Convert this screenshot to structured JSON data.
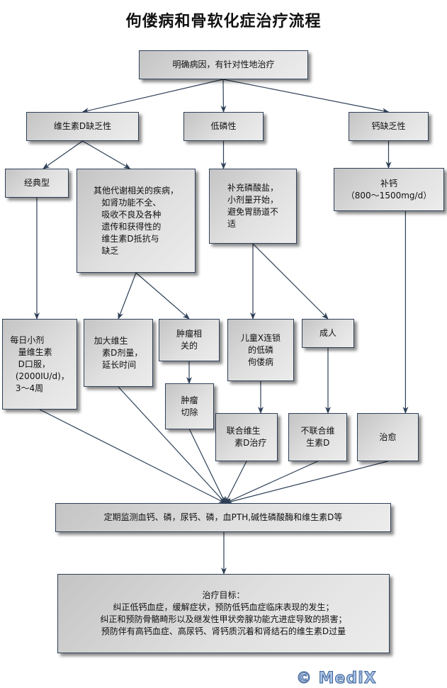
{
  "title": "佝偻病和骨软化症治疗流程",
  "colors": {
    "border": "#2e4057",
    "arrow": "#2e4057",
    "box_fill_start": "#c4c4c4",
    "box_fill_end": "#ececec"
  },
  "nodes": {
    "root": "明确病因，有针对性地治疗",
    "vitd_def": "维生素D缺乏性",
    "hypophos": "低磷性",
    "ca_def": "钙缺乏性",
    "classic": "经典型",
    "other": "其他代谢相关的疾病，\n   如肾功能不全、\n   吸收不良及各种\n   遗传和获得性的\n   维生素D抵抗与\n   缺乏",
    "phosphate": "补充磷酸盐，\n小剂量开始，\n避免胃肠道不\n适",
    "calcium": "补钙\n（800～1500mg/d）",
    "daily_vitd": "每日小剂\n   量维生素\n   D口服，\n  (2000IU/d)，\n  3～4周",
    "increase_vitd": "加大维生\n   素D剂量，\n   延长时间",
    "tumor_related": "肿瘤相\n关的",
    "tumor_resect": "肿瘤\n切除",
    "child_xlinked": "儿童X连锁\n的低磷\n佝偻病",
    "adult": "成人",
    "combine_vitd": "联合维生\n   素D治疗",
    "no_combine_vitd": "不联合维\n  生素D",
    "cured": "治愈",
    "monitor": "定期监测血钙、磷，尿钙、磷，血PTH,碱性磷酸酶和维生素D等",
    "goals": "治疗目标：\n纠正低钙血症，缓解症状，预防低钙血症临床表现的发生；\n纠正和预防骨骼畸形以及继发性甲状旁腺功能亢进症导致的损害；\n预防伴有高钙血症、高尿钙、肾钙质沉着和肾结石的维生素D过量"
  },
  "edges": [
    [
      "root",
      "vitd_def"
    ],
    [
      "root",
      "hypophos"
    ],
    [
      "root",
      "ca_def"
    ],
    [
      "vitd_def",
      "classic"
    ],
    [
      "vitd_def",
      "other"
    ],
    [
      "hypophos",
      "phosphate"
    ],
    [
      "ca_def",
      "calcium"
    ],
    [
      "classic",
      "daily_vitd"
    ],
    [
      "other",
      "increase_vitd"
    ],
    [
      "other",
      "tumor_related"
    ],
    [
      "tumor_related",
      "tumor_resect"
    ],
    [
      "phosphate",
      "child_xlinked"
    ],
    [
      "phosphate",
      "adult"
    ],
    [
      "child_xlinked",
      "combine_vitd"
    ],
    [
      "adult",
      "no_combine_vitd"
    ],
    [
      "calcium",
      "cured"
    ],
    [
      "daily_vitd",
      "monitor"
    ],
    [
      "increase_vitd",
      "monitor"
    ],
    [
      "tumor_resect",
      "monitor"
    ],
    [
      "combine_vitd",
      "monitor"
    ],
    [
      "no_combine_vitd",
      "monitor"
    ],
    [
      "cured",
      "monitor"
    ],
    [
      "monitor",
      "goals"
    ]
  ],
  "watermark": "© MediX"
}
